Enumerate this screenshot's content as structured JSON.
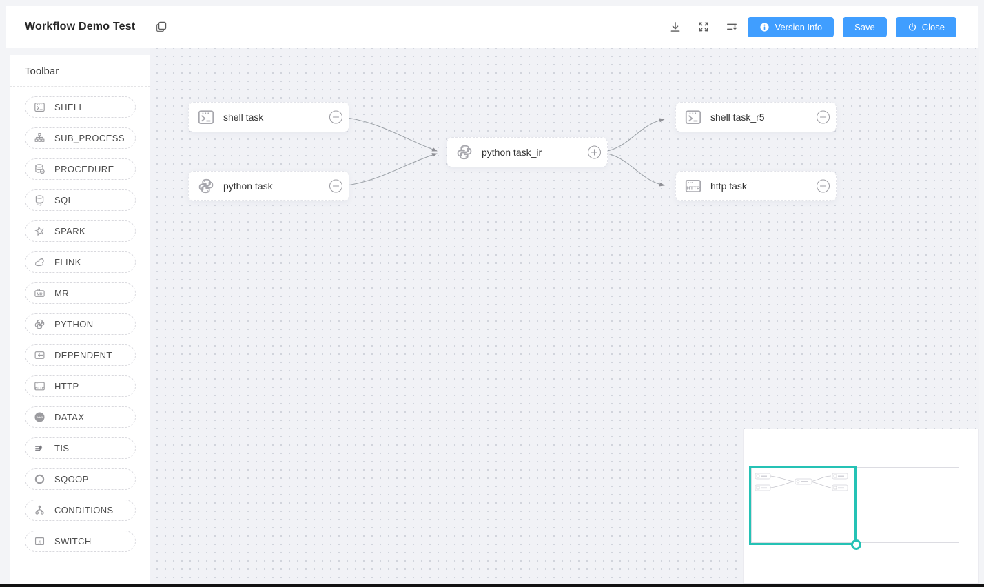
{
  "header": {
    "title": "Workflow Demo Test",
    "buttons": {
      "version_info": "Version Info",
      "save": "Save",
      "close": "Close"
    }
  },
  "toolbar": {
    "title": "Toolbar",
    "items": [
      {
        "label": "SHELL",
        "icon": "shell-icon"
      },
      {
        "label": "SUB_PROCESS",
        "icon": "sub-process-icon"
      },
      {
        "label": "PROCEDURE",
        "icon": "procedure-icon"
      },
      {
        "label": "SQL",
        "icon": "sql-icon"
      },
      {
        "label": "SPARK",
        "icon": "spark-icon"
      },
      {
        "label": "FLINK",
        "icon": "flink-icon"
      },
      {
        "label": "MR",
        "icon": "mr-icon"
      },
      {
        "label": "PYTHON",
        "icon": "python-icon"
      },
      {
        "label": "DEPENDENT",
        "icon": "dependent-icon"
      },
      {
        "label": "HTTP",
        "icon": "http-icon"
      },
      {
        "label": "DATAX",
        "icon": "datax-icon"
      },
      {
        "label": "TIS",
        "icon": "tis-icon"
      },
      {
        "label": "SQOOP",
        "icon": "sqoop-icon"
      },
      {
        "label": "CONDITIONS",
        "icon": "conditions-icon"
      },
      {
        "label": "SWITCH",
        "icon": "switch-icon"
      }
    ]
  },
  "canvas": {
    "nodes": [
      {
        "label": "shell task",
        "type": "SHELL"
      },
      {
        "label": "python task",
        "type": "PYTHON"
      },
      {
        "label": "python task_ir",
        "type": "PYTHON"
      },
      {
        "label": "shell task_r5",
        "type": "SHELL"
      },
      {
        "label": "http task",
        "type": "HTTP"
      }
    ],
    "edges": [
      {
        "from": "shell task",
        "to": "python task_ir"
      },
      {
        "from": "python task",
        "to": "python task_ir"
      },
      {
        "from": "python task_ir",
        "to": "shell task_r5"
      },
      {
        "from": "python task_ir",
        "to": "http task"
      }
    ]
  },
  "icon_glyphs": {
    "sql": "SQL",
    "mr": "MR",
    "http": "HTTP",
    "datax": "DataX",
    "switch": "X"
  },
  "colors": {
    "accent_blue": "#409eff",
    "minimap_viewport": "#25c2b5",
    "edge": "#9aa0a6",
    "canvas_bg": "#f1f2f6"
  }
}
